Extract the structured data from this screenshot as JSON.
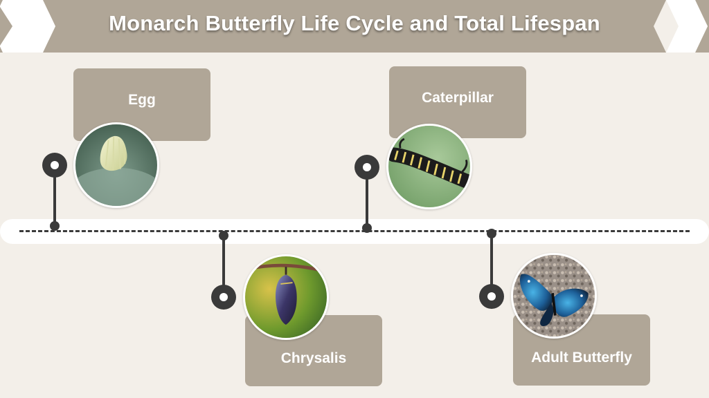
{
  "title": "Monarch Butterfly Life Cycle and Total Lifespan",
  "stages": [
    {
      "label": "Egg",
      "icon": "egg-photo-icon"
    },
    {
      "label": "Chrysalis",
      "icon": "chrysalis-photo-icon"
    },
    {
      "label": "Caterpillar",
      "icon": "caterpillar-photo-icon"
    },
    {
      "label": "Adult Butterfly",
      "icon": "butterfly-photo-icon"
    }
  ],
  "colors": {
    "background": "#f3efe9",
    "banner": "#b0a697",
    "label_box": "#b0a697",
    "timeline": "#3a3a3a"
  }
}
